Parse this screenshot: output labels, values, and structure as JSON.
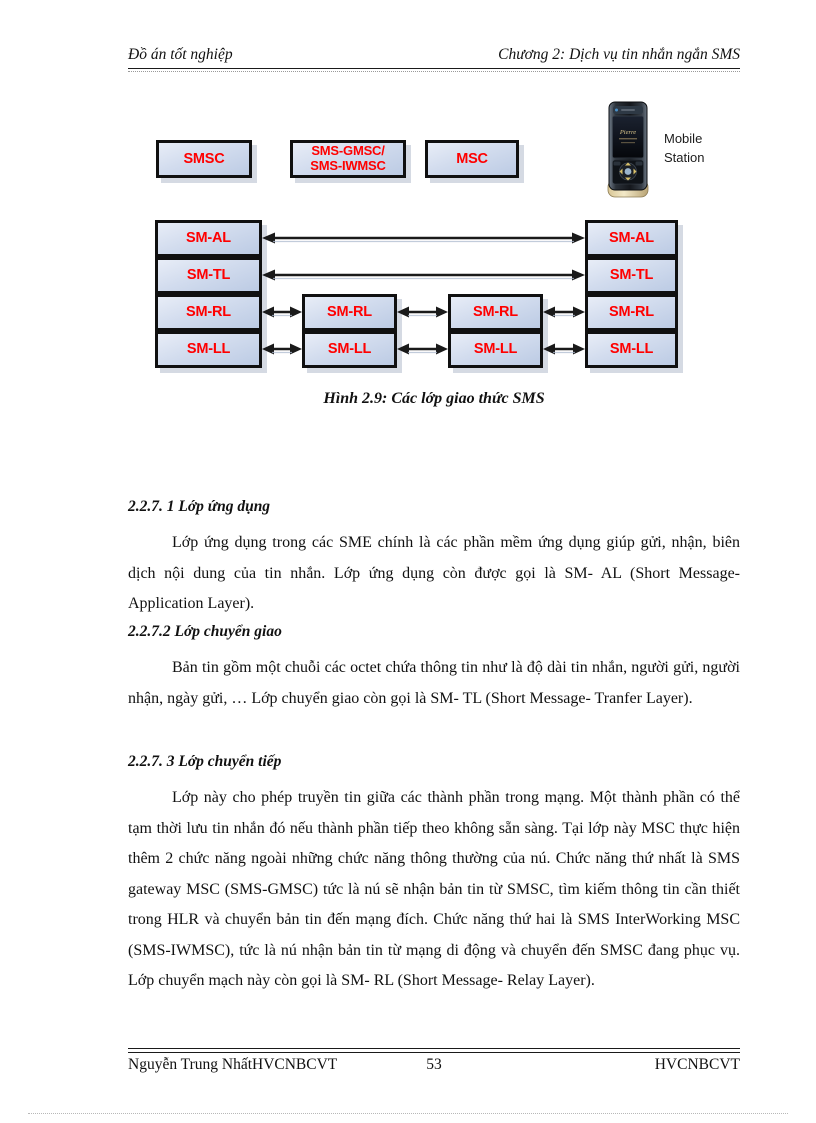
{
  "header": {
    "left": "Đồ án tốt nghiệp",
    "right": "Chương 2: Dịch vụ tin nhắn ngắn SMS"
  },
  "figure": {
    "caption": "Hình 2.9: Các lớp giao thức SMS",
    "entities": [
      {
        "label": "SMSC"
      },
      {
        "label": "SMS-GMSC/\nSMS-IWMSC"
      },
      {
        "label": "MSC"
      }
    ],
    "mobile_station_label": "Mobile\nStation",
    "stacks": [
      {
        "name": "smsc-stack",
        "layers": [
          "SM-AL",
          "SM-TL",
          "SM-RL",
          "SM-LL"
        ]
      },
      {
        "name": "gmsc-stack",
        "layers": [
          "SM-RL",
          "SM-LL"
        ]
      },
      {
        "name": "msc-stack",
        "layers": [
          "SM-RL",
          "SM-LL"
        ]
      },
      {
        "name": "ms-stack",
        "layers": [
          "SM-AL",
          "SM-TL",
          "SM-RL",
          "SM-LL"
        ]
      }
    ],
    "colors": {
      "box_fill_light": "#e8edf7",
      "box_fill_dark": "#bccbe4",
      "box_border": "#101010",
      "box_text": "#ff0000",
      "arrow": "#1a1a1a"
    }
  },
  "sections": [
    {
      "heading": "2.2.7. 1 Lớp ứng dụng",
      "body": "Lớp ứng dụng trong các SME chính là các phần mềm ứng dụng giúp gửi, nhận, biên dịch nội dung của tin nhắn. Lớp ứng dụng còn được gọi là SM- AL (Short Message- Application Layer)."
    },
    {
      "heading": "2.2.7.2 Lớp chuyển giao",
      "body": "Bản tin gồm một chuỗi các octet chứa thông tin như là độ dài tin nhắn, người gửi, người nhận, ngày gửi, … Lớp chuyển giao còn gọi là SM- TL (Short Message- Tranfer Layer)."
    },
    {
      "heading": "2.2.7. 3 Lớp chuyển tiếp",
      "body": "Lớp này cho phép truyền tin giữa các thành phần trong mạng. Một thành phần có thể tạm thời lưu tin nhắn đó nếu thành phần tiếp theo không sẵn sàng. Tại lớp này MSC thực hiện thêm 2 chức năng ngoài những chức năng thông thường của nú. Chức năng thứ nhất là SMS gateway MSC (SMS-GMSC) tức là nú sẽ nhận bản tin từ SMSC, tìm kiếm thông tin cần thiết trong HLR và chuyển bản tin đến mạng đích. Chức năng thứ hai là SMS InterWorking MSC (SMS-IWMSC), tức là nú nhận bản tin từ mạng di động và chuyển đến SMSC đang phục vụ. Lớp chuyển mạch này còn gọi là SM- RL (Short Message- Relay Layer)."
    }
  ],
  "footer": {
    "left": "Nguyễn Trung NhấtHVCNBCVT",
    "page_number": "53",
    "right": "HVCNBCVT"
  }
}
